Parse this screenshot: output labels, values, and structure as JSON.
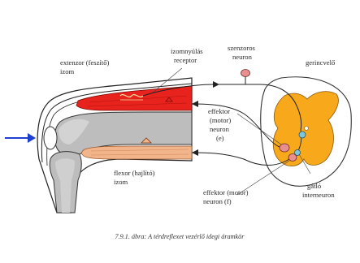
{
  "diagram": {
    "labels": {
      "extensor_1": "extenzor (feszítő)",
      "extensor_2": "izom",
      "stretch_receptor_1": "izomnyúlás",
      "stretch_receptor_2": "receptor",
      "sensory_neuron_1": "szenzoros",
      "sensory_neuron_2": "neuron",
      "spinal_cord": "gerincvelő",
      "effector_e_1": "effektor",
      "effector_e_2": "(motor)",
      "effector_e_3": "neuron",
      "effector_e_4": "(e)",
      "flexor_1": "flexor (hajlító)",
      "flexor_2": "izom",
      "effector_f_1": "effektor (motor)",
      "effector_f_2": "neuron (f)",
      "inhibitory_1": "gátló",
      "inhibitory_2": "interneuron"
    },
    "caption": "7.9.1. ábra: A térdreflexet vezérlő idegi áramkör",
    "colors": {
      "extensor_muscle": "#e8221c",
      "flexor_muscle": "#f2b48a",
      "bone": "#b9b9b9",
      "gray_matter": "#f7a81b",
      "tap_arrow": "#1f3fd0",
      "neuron_body": "#e98f8f",
      "interneuron_body": "#7fc7e0"
    }
  }
}
